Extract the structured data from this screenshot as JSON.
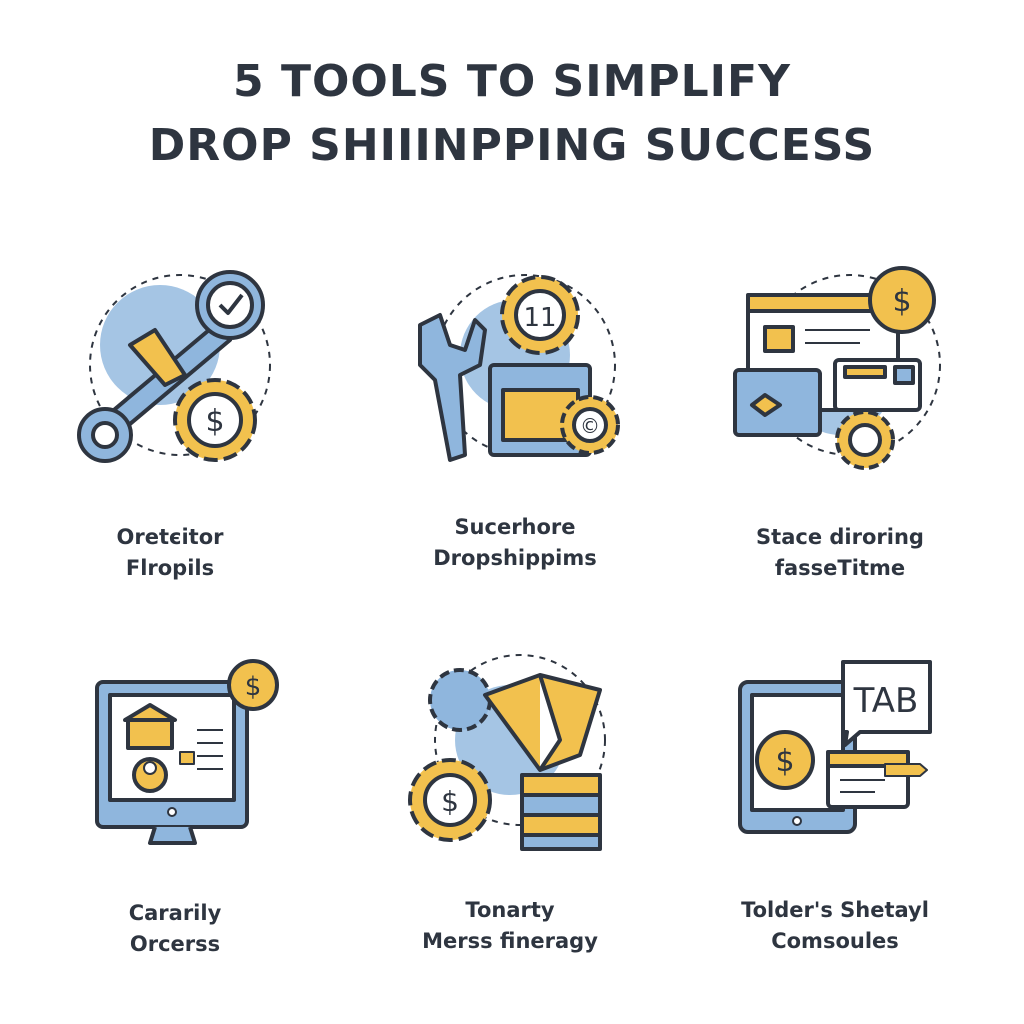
{
  "title": {
    "line1": "5 TOOLS TO SIMPLIFY",
    "line2": "DROP SHIIINPPING SUCCESS"
  },
  "colors": {
    "ink": "#2e3540",
    "blue": "#8fb6dd",
    "yellow": "#f2c14e"
  },
  "items": [
    {
      "icon": "wrench-gear-dollar-icon",
      "line1": "Oretєitor",
      "line2": "Flropils"
    },
    {
      "icon": "wrench-gear-browser-icon",
      "line1": "Sucerhore",
      "line2": "Dropshippims",
      "gear_text": "11"
    },
    {
      "icon": "browser-cards-dollar-icon",
      "line1": "Stace diroring",
      "line2": "fasseTitme"
    },
    {
      "icon": "monitor-store-dollar-icon",
      "line1": "Cararily",
      "line2": "Orcerss"
    },
    {
      "icon": "gear-megaphone-stack-icon",
      "line1": "Tonarty",
      "line2": "Merss fineragy"
    },
    {
      "icon": "tablet-chat-dollar-icon",
      "line1": "Tolder's Shetayl",
      "line2": "Comsoules",
      "bubble_text": "TAB"
    }
  ]
}
